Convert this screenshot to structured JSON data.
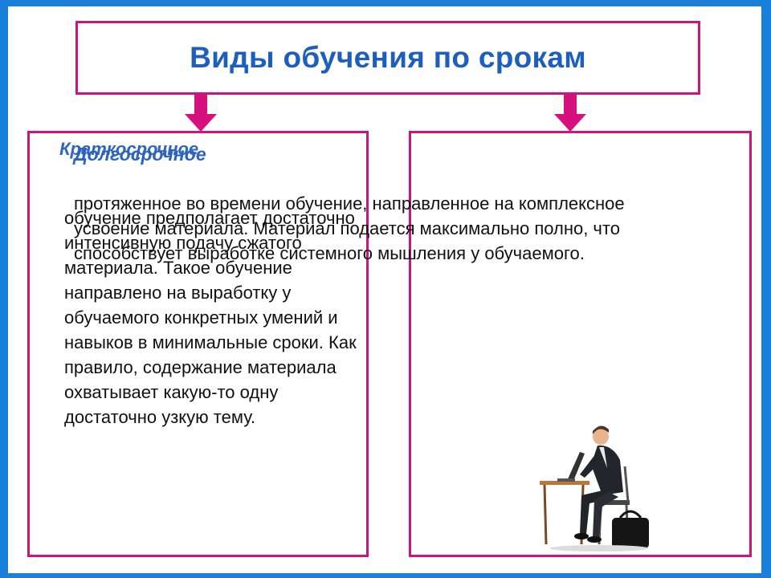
{
  "slide": {
    "title": "Виды обучения по срокам",
    "accent_color": "#c6177f",
    "title_color": "#1e5fbd",
    "background_color": "#1a7fd8"
  },
  "left_panel": {
    "heading": "Краткосрочное",
    "text": "обучение предполагает достаточно интенсивную подачу сжатого материала. Такое обучение направлено на выработку у обучаемого конкретных умений и навыков в минимальные сроки. Как правило, содержание материала охватывает какую-то одну достаточно узкую тему."
  },
  "right_panel": {
    "heading": "Долгосрочное",
    "text": "протяженное во времени обучение, направленное на комплексное усвоение материала. Материал подается максимально полно, что способствует выработке системного мышления у обучаемого."
  },
  "icons": {
    "arrows": "down-arrow-icon",
    "illustration": "man-with-laptop-icon"
  }
}
